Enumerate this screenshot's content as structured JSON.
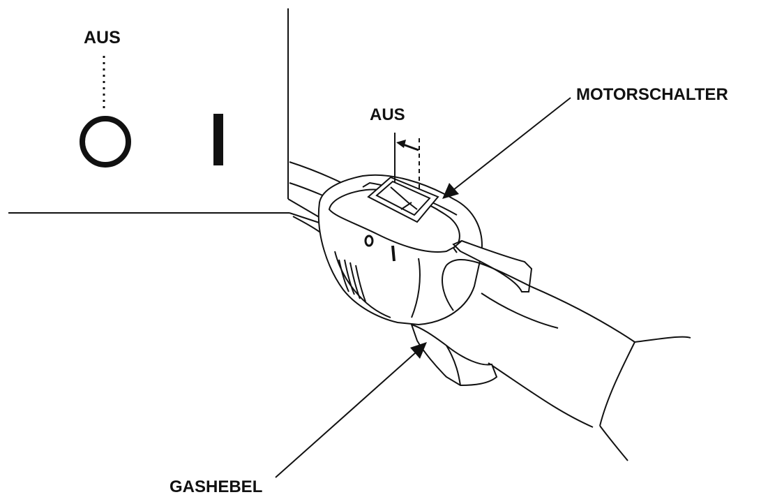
{
  "labels": {
    "inset_off": "AUS",
    "switch_off": "AUS",
    "engine_switch": "MOTORSCHALTER",
    "throttle": "GASHEBEL"
  },
  "symbols": {
    "off": "O",
    "on": "I"
  },
  "colors": {
    "ink": "#111111",
    "background": "#ffffff"
  }
}
